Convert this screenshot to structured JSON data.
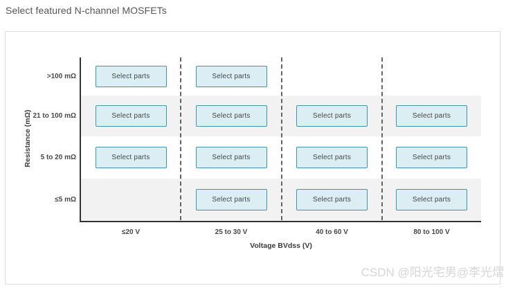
{
  "header": {
    "title": "Select featured N-channel MOSFETs"
  },
  "chart_data": {
    "type": "table",
    "title": "Select featured N-channel MOSFETs",
    "xlabel": "Voltage BVdss (V)",
    "ylabel": "Resistance (mΩ)",
    "columns": [
      "≤20 V",
      "25 to 30 V",
      "40 to 60 V",
      "80 to 100 V"
    ],
    "rows": [
      {
        "label": ">100 mΩ",
        "shaded": false,
        "cells": [
          true,
          true,
          false,
          false
        ]
      },
      {
        "label": "21 to 100 mΩ",
        "shaded": true,
        "cells": [
          true,
          true,
          true,
          true
        ]
      },
      {
        "label": "5 to 20 mΩ",
        "shaded": false,
        "cells": [
          true,
          true,
          true,
          true
        ]
      },
      {
        "label": "≤5 mΩ",
        "shaded": true,
        "cells": [
          false,
          true,
          true,
          true
        ]
      }
    ],
    "button_label": "Select parts",
    "legend": "none",
    "grid": "dashed column dividers, alternating shaded row bands"
  },
  "colors": {
    "button_fill": "#daeef3",
    "button_border": "#3e96a8",
    "row_shade": "#f2f2f2",
    "axis_line": "#333333",
    "dashed_line": "#636363",
    "panel_border": "#dcdcdc",
    "title_text": "#555555",
    "label_text": "#474747",
    "watermark_text": "#d6d6d6"
  },
  "watermark": {
    "text": "CSDN @阳光宅男@李光熠"
  }
}
